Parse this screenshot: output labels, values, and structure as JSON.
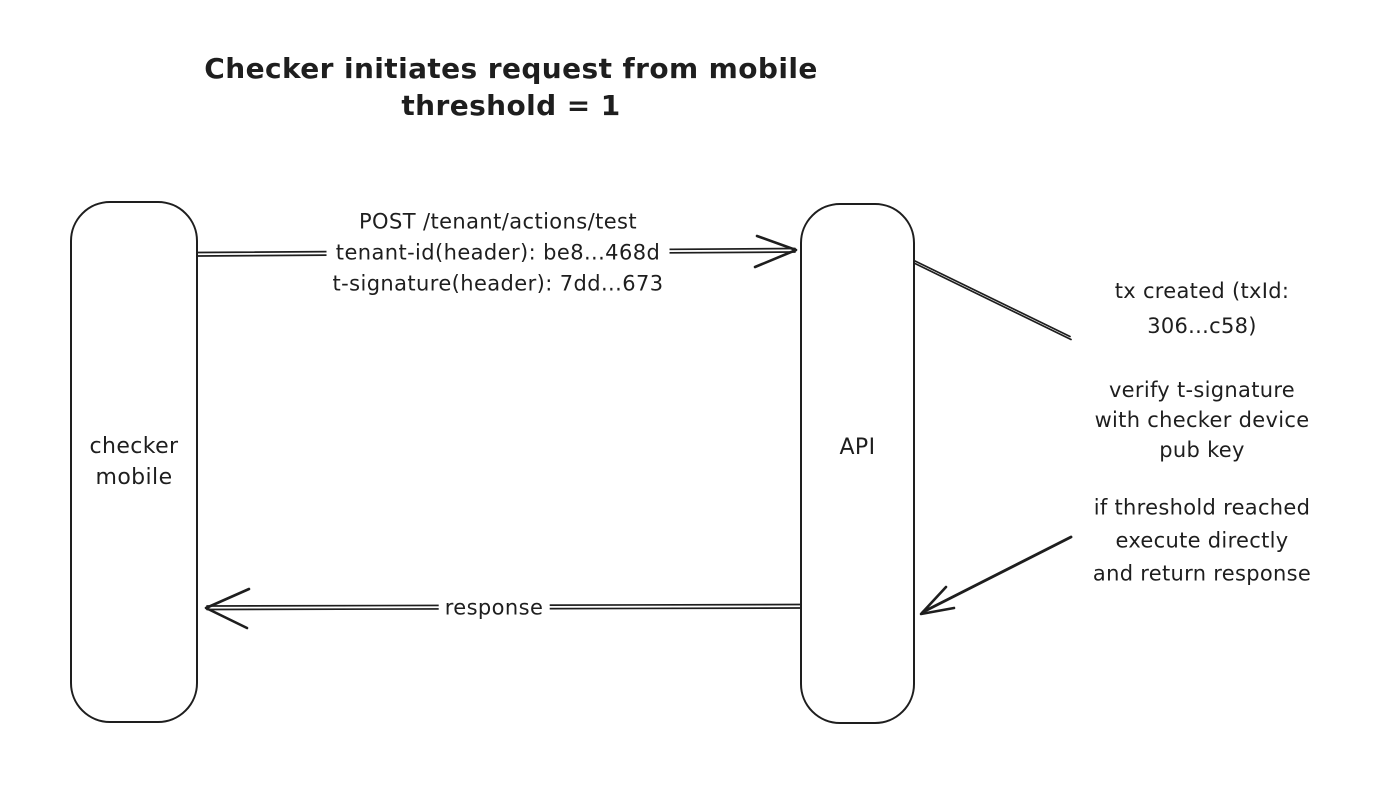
{
  "diagram": {
    "title": {
      "line1": "Checker initiates request from mobile",
      "line2": "threshold = 1"
    },
    "actors": {
      "checker_mobile": {
        "line1": "checker",
        "line2": "mobile"
      },
      "api": {
        "label": "API"
      }
    },
    "messages": {
      "request": {
        "line1": "POST /tenant/actions/test",
        "line2": "tenant-id(header): be8...468d",
        "line3": "t-signature(header): 7dd...673"
      },
      "response": {
        "label": "response"
      }
    },
    "annotations": {
      "tx_created": {
        "line1": "tx created (txId:",
        "line2": "306...c58)"
      },
      "verify_signature": {
        "line1": "verify t-signature",
        "line2": "with checker device",
        "line3": "pub key"
      },
      "threshold_execute": {
        "line1": "if threshold reached",
        "line2": "execute directly",
        "line3": "and return response"
      }
    },
    "colors": {
      "stroke": "#1e1e1e",
      "background": "#ffffff"
    }
  }
}
